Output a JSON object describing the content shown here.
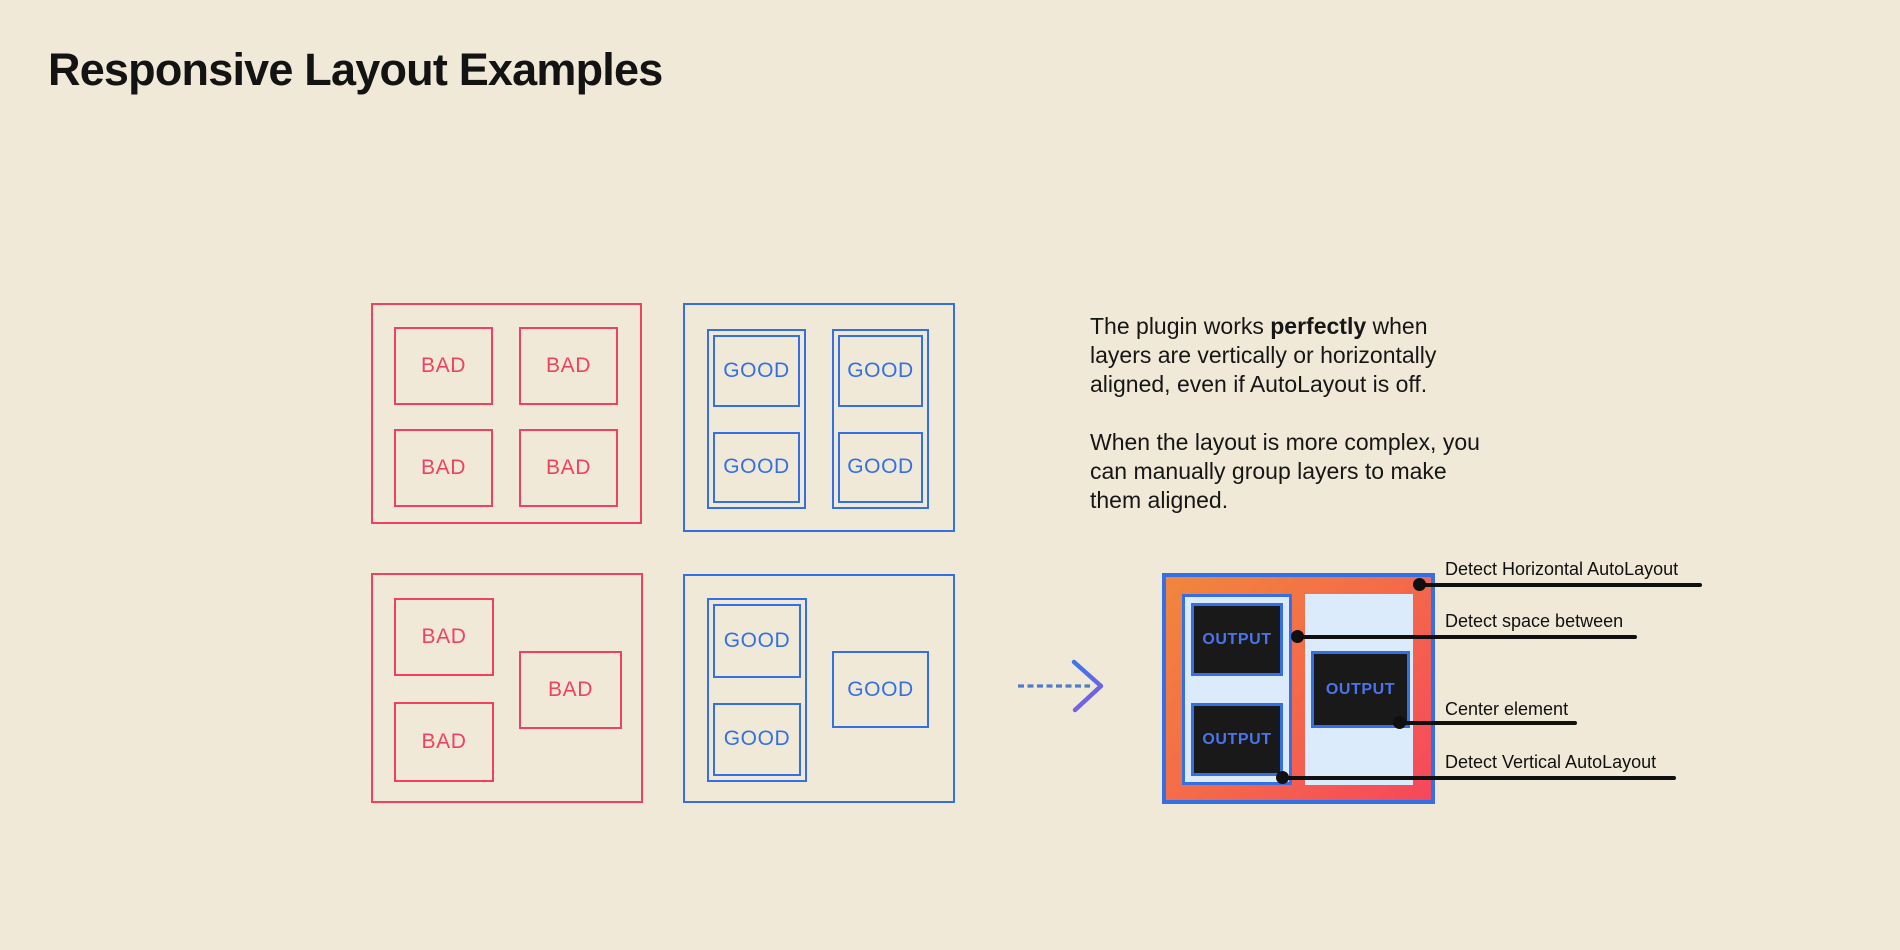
{
  "title": "Responsive Layout Examples",
  "labels": {
    "bad": "BAD",
    "good": "GOOD",
    "output": "OUTPUT"
  },
  "description": {
    "l1_before": "The plugin works ",
    "l1_bold": "perfectly",
    "l1_after": " when",
    "l2": "layers are vertically or horizontally",
    "l3": "aligned, even if AutoLayout is off.",
    "l4": "When the layout is more complex, you",
    "l5": "can manually group layers to make",
    "l6": "them aligned."
  },
  "annotations": {
    "horizontal": "Detect Horizontal AutoLayout",
    "space_between": "Detect space between",
    "center": "Center element",
    "vertical": "Detect Vertical AutoLayout"
  },
  "colors": {
    "background": "#f0e9d8",
    "red": "#f0415f",
    "blue": "#3470e4",
    "light_blue": "#dcebfb",
    "dark_box": "#191919",
    "output_text": "#4a74ee",
    "gradient_start": "#f1863d",
    "gradient_mid": "#f4674b",
    "gradient_end": "#f6475d",
    "ink": "#131313"
  }
}
